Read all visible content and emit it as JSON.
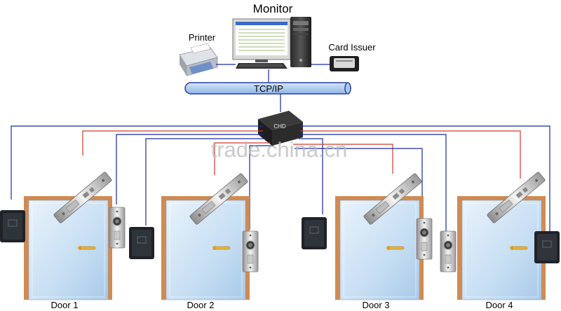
{
  "labels": {
    "monitor": "Monitor",
    "printer": "Printer",
    "card_issuer": "Card Issuer",
    "network": "TCP/IP",
    "watermark": "trade.china.cn",
    "controller_badge": "CHD"
  },
  "doors": [
    {
      "label": "Door 1"
    },
    {
      "label": "Door 2"
    },
    {
      "label": "Door 3"
    },
    {
      "label": "Door 4"
    }
  ],
  "colors": {
    "bus_fill": "#a9c8ee",
    "bus_stroke": "#2e3f9e",
    "wire_blue": "#1b2a9a",
    "wire_red": "#d23a2a",
    "door_frame": "#d08a52",
    "door_panel": "#c6def3"
  },
  "icons": {
    "printer": "printer-icon",
    "monitor": "monitor-icon",
    "pc_tower": "pc-tower-icon",
    "keyboard": "keyboard-icon",
    "card_issuer": "card-reader-icon",
    "controller": "access-controller-icon",
    "lock": "electric-lock-icon",
    "reader": "card-reader-icon",
    "exit_button": "exit-button-icon",
    "handle": "door-handle-icon"
  }
}
